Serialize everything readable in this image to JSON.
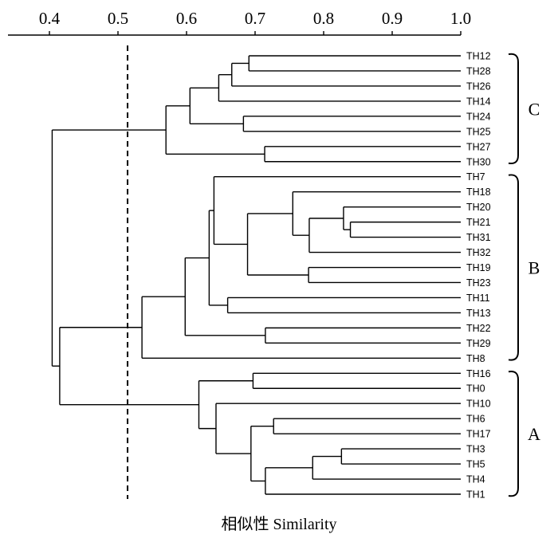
{
  "chart_data": {
    "type": "dendrogram",
    "xlabel": "相似性 Similarity",
    "xlim": [
      0.4,
      1.0
    ],
    "ticks": [
      "0.4",
      "0.5",
      "0.6",
      "0.7",
      "0.8",
      "0.9",
      "1.0"
    ],
    "tick_values": [
      0.4,
      0.5,
      0.6,
      0.7,
      0.8,
      0.9,
      1.0
    ],
    "cutoff": 0.514,
    "leaves": [
      "TH12",
      "TH28",
      "TH26",
      "TH14",
      "TH24",
      "TH25",
      "TH27",
      "TH30",
      "TH7",
      "TH18",
      "TH20",
      "TH21",
      "TH31",
      "TH32",
      "TH19",
      "TH23",
      "TH11",
      "TH13",
      "TH22",
      "TH29",
      "TH8",
      "TH16",
      "TH0",
      "TH10",
      "TH6",
      "TH17",
      "TH3",
      "TH5",
      "TH4",
      "TH1"
    ],
    "tree": {
      "h": 0.404,
      "c": [
        {
          "h": 0.57,
          "c": [
            {
              "h": 0.605,
              "c": [
                {
                  "h": 0.647,
                  "c": [
                    {
                      "h": 0.666,
                      "c": [
                        {
                          "h": 0.691,
                          "c": [
                            "TH12",
                            "TH28"
                          ]
                        },
                        "TH26"
                      ]
                    },
                    "TH14"
                  ]
                },
                {
                  "h": 0.683,
                  "c": [
                    "TH24",
                    "TH25"
                  ]
                }
              ]
            },
            {
              "h": 0.714,
              "c": [
                "TH27",
                "TH30"
              ]
            }
          ]
        },
        {
          "h": 0.415,
          "c": [
            {
              "h": 0.535,
              "c": [
                {
                  "h": 0.598,
                  "c": [
                    {
                      "h": 0.633,
                      "c": [
                        {
                          "h": 0.64,
                          "c": [
                            "TH7",
                            {
                              "h": 0.689,
                              "c": [
                                {
                                  "h": 0.755,
                                  "c": [
                                    "TH18",
                                    {
                                      "h": 0.779,
                                      "c": [
                                        {
                                          "h": 0.829,
                                          "c": [
                                            "TH20",
                                            {
                                              "h": 0.839,
                                              "c": [
                                                "TH21",
                                                "TH31"
                                              ]
                                            }
                                          ]
                                        },
                                        "TH32"
                                      ]
                                    }
                                  ]
                                },
                                {
                                  "h": 0.778,
                                  "c": [
                                    "TH19",
                                    "TH23"
                                  ]
                                }
                              ]
                            }
                          ]
                        },
                        {
                          "h": 0.66,
                          "c": [
                            "TH11",
                            "TH13"
                          ]
                        }
                      ]
                    },
                    {
                      "h": 0.715,
                      "c": [
                        "TH22",
                        "TH29"
                      ]
                    }
                  ]
                },
                "TH8"
              ]
            },
            {
              "h": 0.618,
              "c": [
                {
                  "h": 0.697,
                  "c": [
                    "TH16",
                    "TH0"
                  ]
                },
                {
                  "h": 0.643,
                  "c": [
                    "TH10",
                    {
                      "h": 0.694,
                      "c": [
                        {
                          "h": 0.727,
                          "c": [
                            "TH6",
                            "TH17"
                          ]
                        },
                        {
                          "h": 0.715,
                          "c": [
                            {
                              "h": 0.784,
                              "c": [
                                {
                                  "h": 0.826,
                                  "c": [
                                    "TH3",
                                    "TH5"
                                  ]
                                },
                                "TH4"
                              ]
                            },
                            "TH1"
                          ]
                        }
                      ]
                    }
                  ]
                }
              ]
            }
          ]
        }
      ]
    },
    "groups": [
      {
        "label": "C",
        "first": "TH12",
        "last": "TH30"
      },
      {
        "label": "B",
        "first": "TH7",
        "last": "TH8"
      },
      {
        "label": "A",
        "first": "TH16",
        "last": "TH1"
      }
    ]
  }
}
